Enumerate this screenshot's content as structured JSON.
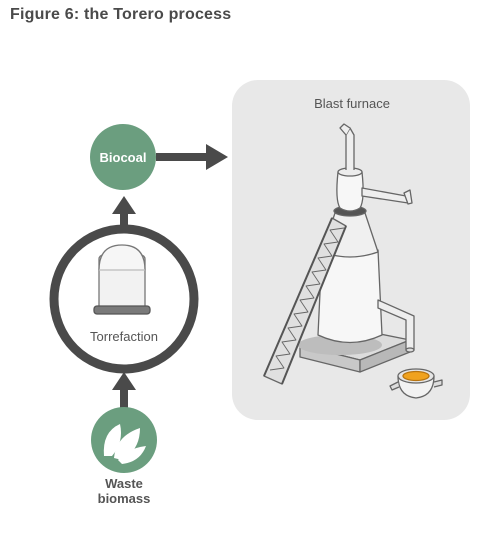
{
  "title": "Figure 6: the Torero process",
  "labels": {
    "biocoal": "Biocoal",
    "torrefaction": "Torrefaction",
    "waste_line1": "Waste",
    "waste_line2": "biomass",
    "blast_furnace": "Blast furnace"
  },
  "colors": {
    "green": "#6b9e7f",
    "arrow_gray": "#4a4a4a",
    "panel_bg": "#e8e8e8",
    "molten_orange": "#f0a21e"
  },
  "icons": [
    "leaf-icon",
    "reactor-icon",
    "blast-furnace-icon",
    "ladle-icon"
  ]
}
